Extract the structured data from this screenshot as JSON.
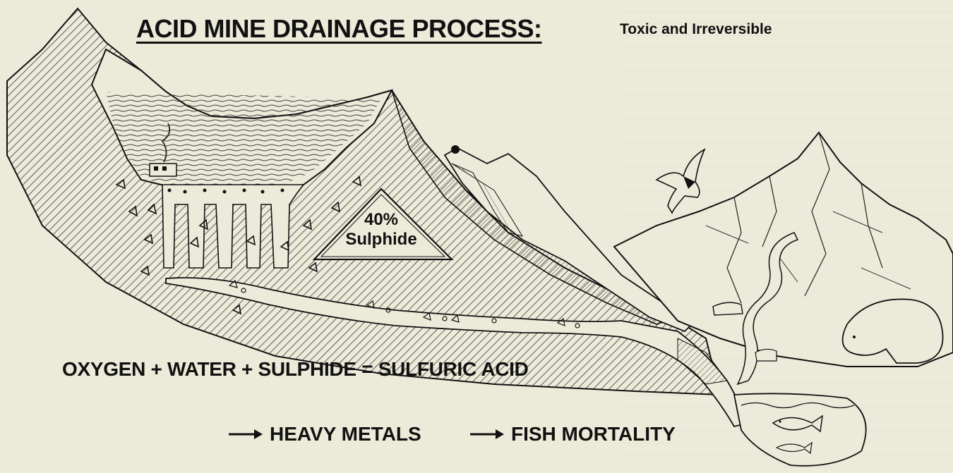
{
  "diagram": {
    "title": "ACID MINE DRAINAGE PROCESS:",
    "subtitle": "Toxic and Irreversible",
    "ore_label": "40%\nSulphide",
    "equation": "OXYGEN + WATER + SULPHIDE = SULFURIC ACID",
    "effects": [
      "HEAVY METALS",
      "FISH MORTALITY"
    ]
  },
  "icons": [
    "eagle-icon",
    "bear-icon",
    "fish-icon",
    "mine-building-icon",
    "arrow-right-icon"
  ],
  "colors": {
    "paper": "#ecead9",
    "ink": "#111111"
  }
}
